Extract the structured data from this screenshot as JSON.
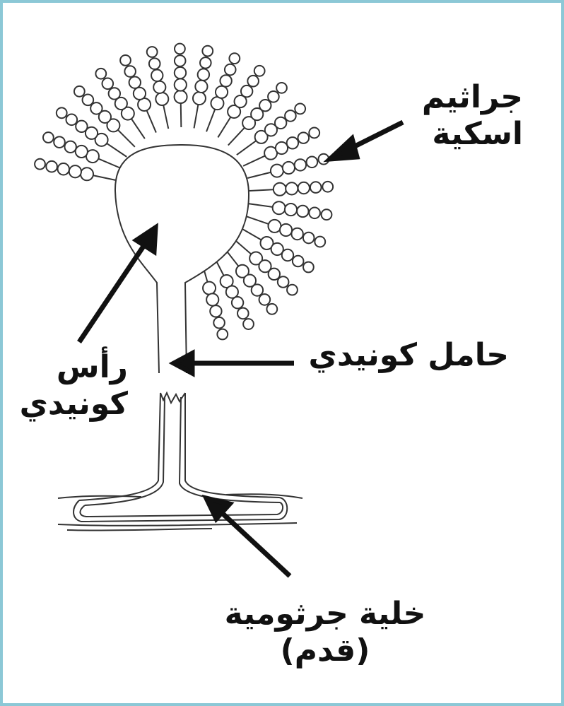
{
  "diagram": {
    "labels": {
      "spores": [
        "جراثيم",
        "اسكية"
      ],
      "head": [
        "رأس",
        "كونيدي"
      ],
      "stalk": [
        "حامل كونيدي"
      ],
      "foot": [
        "خلية جرثومية",
        "(قدم)"
      ]
    },
    "colors": {
      "frame": "#8cc8d6",
      "ink": "#111111",
      "fill": "#ffffff"
    }
  }
}
